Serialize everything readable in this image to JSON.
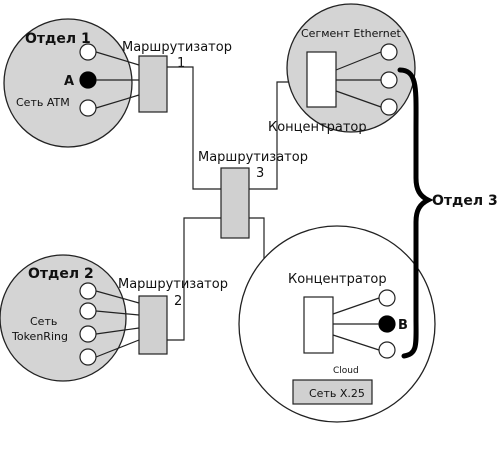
{
  "labels": {
    "dept1": "Отдел 1",
    "dept2": "Отдел 2",
    "dept3": "Отдел 3",
    "router1_name": "Маршрутизатор",
    "router1_num": "1",
    "router2_name": "Маршрутизатор",
    "router2_num": "2",
    "router3_name": "Маршрутизатор",
    "router3_num": "3",
    "hub_top": "Концентратор",
    "hub_bottom": "Концентратор",
    "segment_ethernet": "Сегмент Ethernet",
    "net_atm": "Сеть ATM",
    "net_tokenring_1": "Сеть",
    "net_tokenring_2": "TokenRing",
    "net_x25": "Сеть X.25",
    "cloud": "Cloud",
    "node_a": "A",
    "node_b": "B"
  }
}
